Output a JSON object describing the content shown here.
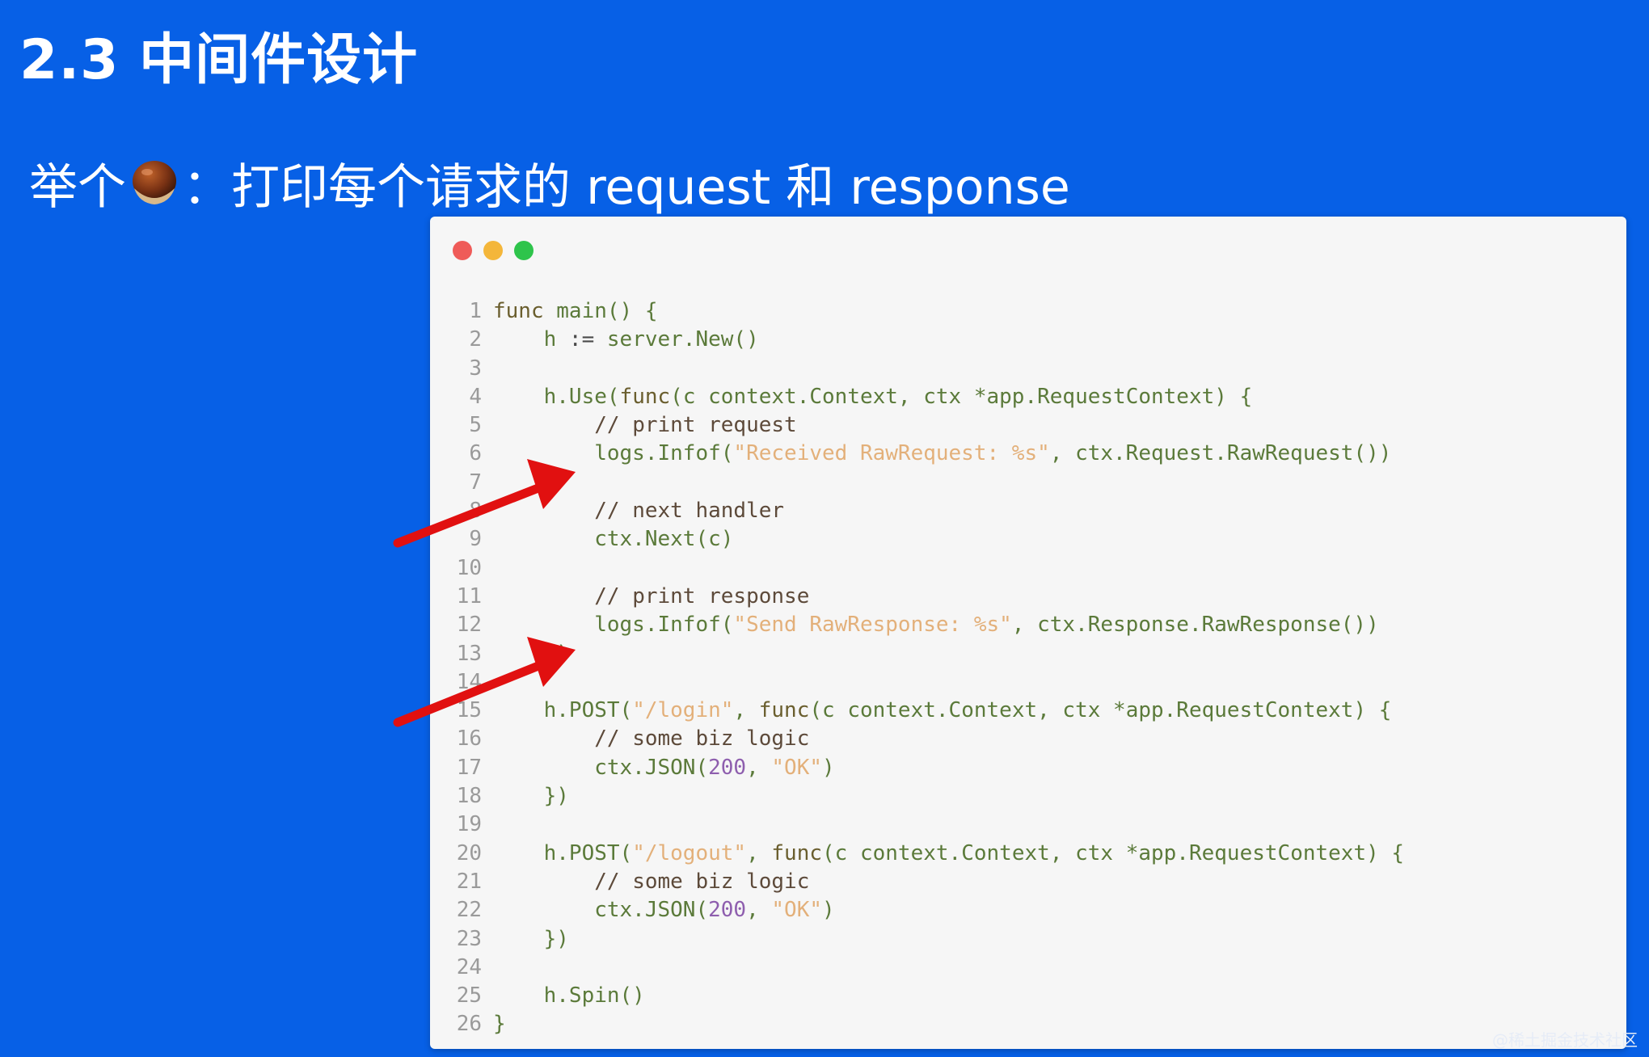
{
  "slide": {
    "title": "2.3 中间件设计",
    "subtitle_prefix": "举个",
    "subtitle_main": "：打印每个请求的 request 和 response",
    "watermark": "@稀土掘金技术社区"
  },
  "colors": {
    "background": "#0760e6",
    "card": "#f6f6f6",
    "arrow": "#e11010"
  },
  "icons": {
    "chestnut": "chestnut-emoji-icon",
    "arrow": "red-arrow-icon"
  },
  "code": {
    "lines": [
      {
        "n": "1",
        "t": "func main() {"
      },
      {
        "n": "2",
        "t": "    h := server.New()"
      },
      {
        "n": "3",
        "t": ""
      },
      {
        "n": "4",
        "t": "    h.Use(func(c context.Context, ctx *app.RequestContext) {"
      },
      {
        "n": "5",
        "t": "        // print request"
      },
      {
        "n": "6",
        "t": "        logs.Infof(\"Received RawRequest: %s\", ctx.Request.RawRequest())"
      },
      {
        "n": "7",
        "t": ""
      },
      {
        "n": "8",
        "t": "        // next handler"
      },
      {
        "n": "9",
        "t": "        ctx.Next(c)"
      },
      {
        "n": "10",
        "t": ""
      },
      {
        "n": "11",
        "t": "        // print response"
      },
      {
        "n": "12",
        "t": "        logs.Infof(\"Send RawResponse: %s\", ctx.Response.RawResponse())"
      },
      {
        "n": "13",
        "t": "    })"
      },
      {
        "n": "14",
        "t": ""
      },
      {
        "n": "15",
        "t": "    h.POST(\"/login\", func(c context.Context, ctx *app.RequestContext) {"
      },
      {
        "n": "16",
        "t": "        // some biz logic"
      },
      {
        "n": "17",
        "t": "        ctx.JSON(200, \"OK\")"
      },
      {
        "n": "18",
        "t": "    })"
      },
      {
        "n": "19",
        "t": ""
      },
      {
        "n": "20",
        "t": "    h.POST(\"/logout\", func(c context.Context, ctx *app.RequestContext) {"
      },
      {
        "n": "21",
        "t": "        // some biz logic"
      },
      {
        "n": "22",
        "t": "        ctx.JSON(200, \"OK\")"
      },
      {
        "n": "23",
        "t": "    })"
      },
      {
        "n": "24",
        "t": ""
      },
      {
        "n": "25",
        "t": "    h.Spin()"
      },
      {
        "n": "26",
        "t": "}"
      }
    ]
  }
}
